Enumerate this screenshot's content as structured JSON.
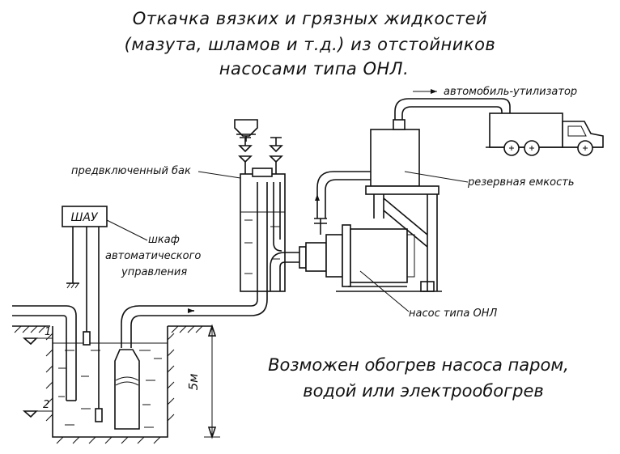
{
  "title": {
    "line1": "Откачка вязких и грязных жидкостей",
    "line2": "(мазута, шламов и т.д.) из отстойников",
    "line3": "насосами типа ОНЛ."
  },
  "labels": {
    "truck": "автомобиль-утилизатор",
    "prebank": "предвключенный бак",
    "reserve": "резервная емкость",
    "shau_box": "ШАУ",
    "cabinet1": "шкаф",
    "cabinet2": "автоматического",
    "cabinet3": "управления",
    "pump": "насос типа ОНЛ",
    "level1": "1",
    "level2": "2",
    "depth": "5м"
  },
  "note": {
    "line1": "Возможен обогрев насоса паром,",
    "line2": "водой или электрообогрев"
  }
}
